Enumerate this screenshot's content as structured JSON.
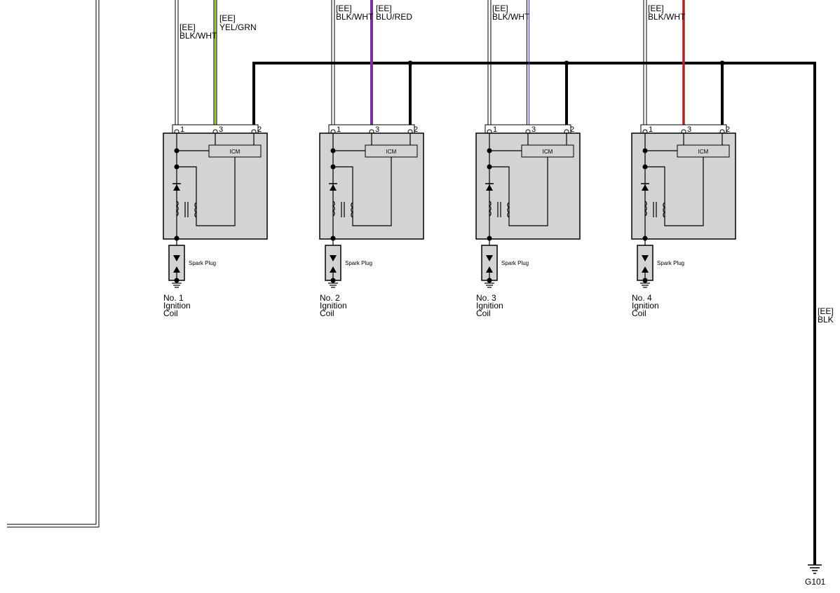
{
  "coils": [
    {
      "name_lines": [
        "No. 1",
        "Ignition",
        "Coil"
      ],
      "signal_wire": {
        "connector": "[EE]",
        "color_name": "YEL/GRN",
        "stroke": "#9acd32"
      },
      "power_wire": {
        "connector": "[EE]",
        "color_name": "BLK/WHT"
      }
    },
    {
      "name_lines": [
        "No. 2",
        "Ignition",
        "Coil"
      ],
      "signal_wire": {
        "connector": "[EE]",
        "color_name": "BLU/RED",
        "stroke": "#7a2d9c"
      },
      "power_wire": {
        "connector": "[EE]",
        "color_name": "BLK/WHT"
      }
    },
    {
      "name_lines": [
        "No. 3",
        "Ignition",
        "Coil"
      ],
      "signal_wire": {
        "connector": "",
        "color_name": "",
        "stroke": "#3a3ad8"
      },
      "power_wire": {
        "connector": "[EE]",
        "color_name": "BLK/WHT"
      }
    },
    {
      "name_lines": [
        "No. 4",
        "Ignition",
        "Coil"
      ],
      "signal_wire": {
        "connector": "",
        "color_name": "",
        "stroke": "#b22222"
      },
      "power_wire": {
        "connector": "[EE]",
        "color_name": "BLK/WHT"
      }
    }
  ],
  "pins": {
    "power": "1",
    "signal": "3",
    "ground": "2"
  },
  "module_label": "ICM",
  "spark_plug_label": "Spark Plug",
  "ground_wire": {
    "connector": "[EE]",
    "color_name": "BLK"
  },
  "ground_point": "G101",
  "colors": {
    "coil_body": "#d3d3d3",
    "wire": "#000000"
  }
}
